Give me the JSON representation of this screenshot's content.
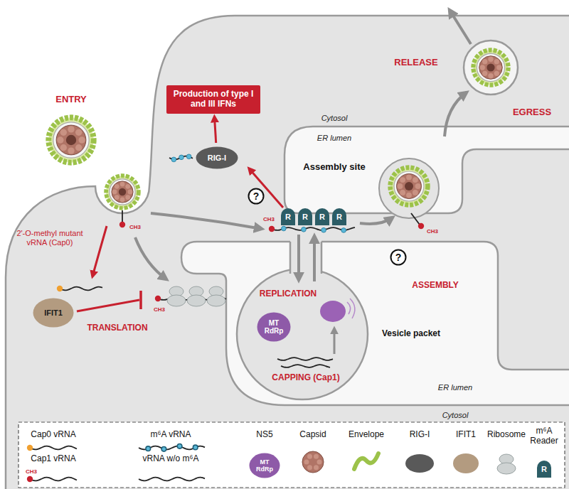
{
  "diagram": {
    "nodes": [
      {
        "text": [
          "Production of type I and III IFNs"
        ]
      },
      {
        "text": [
          "RIG-I"
        ]
      },
      {
        "text": [
          "?"
        ]
      },
      {
        "text": [
          "?"
        ]
      },
      {
        "text": [
          "IFIT1"
        ]
      },
      {
        "text": [
          "R"
        ]
      },
      {
        "text": [
          "R"
        ]
      },
      {
        "text": [
          "R"
        ]
      },
      {
        "text": [
          "R"
        ]
      },
      {
        "text": [
          "MT",
          "RdRp"
        ]
      },
      {
        "text": [
          "MT",
          "RdRp"
        ]
      },
      {
        "text": [
          "R"
        ]
      }
    ],
    "edges": [
      {
        "from": 1,
        "to": 0,
        "arrow": "to"
      }
    ],
    "labels": [
      "ENTRY",
      "RELEASE",
      "EGRESS",
      "Cytosol",
      "ER lumen",
      "Assembly site",
      "2'-O-methyl mutant vRNA (Cap0)",
      "TRANSLATION",
      "REPLICATION",
      "CAPPING (Cap1)",
      "Vesicle packet",
      "ASSEMBLY",
      "ER lumen",
      "Cytosol",
      "CH3",
      "CH3",
      "CH3",
      "CH3",
      "CH3"
    ],
    "legend": [
      {
        "text": "Cap0 vRNA"
      },
      {
        "text": "Cap1 vRNA"
      },
      {
        "text": "m⁶A vRNA"
      },
      {
        "text": "vRNA w/o m⁶A"
      },
      {
        "text": "NS5"
      },
      {
        "text": "Capsid"
      },
      {
        "text": "Envelope"
      },
      {
        "text": "RIG-I"
      },
      {
        "text": "IFIT1"
      },
      {
        "text": "Ribosome"
      },
      {
        "text": "m⁶A Reader"
      }
    ]
  }
}
